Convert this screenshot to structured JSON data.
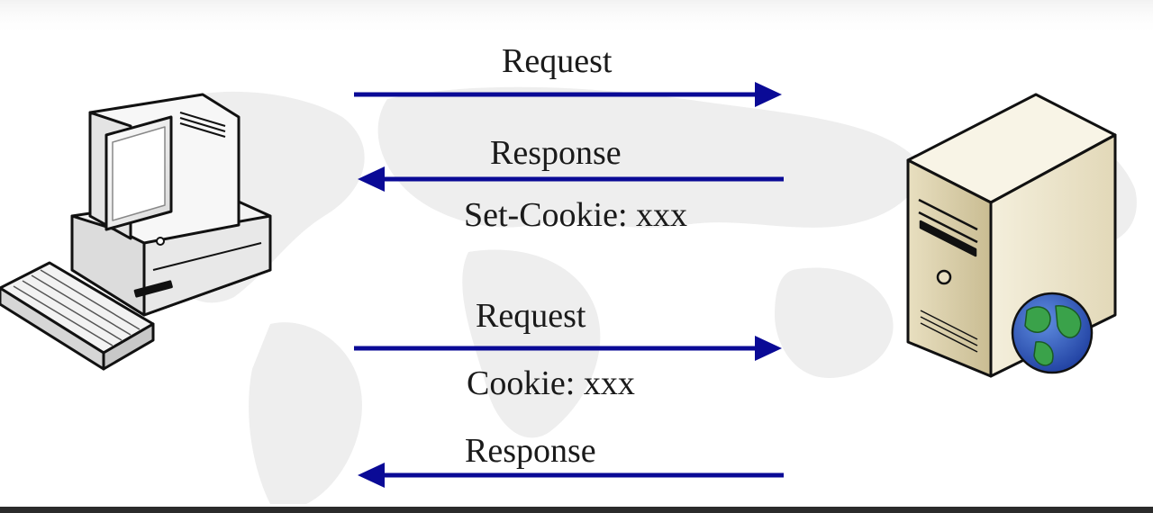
{
  "messages": [
    {
      "label": "Request",
      "direction": "client-to-server"
    },
    {
      "label": "Response",
      "header": "Set-Cookie: xxx",
      "direction": "server-to-client"
    },
    {
      "label": "Request",
      "header": "Cookie: xxx",
      "direction": "client-to-server"
    },
    {
      "label": "Response",
      "direction": "server-to-client"
    }
  ],
  "colors": {
    "arrow": "#0a0a96",
    "text": "#1a1a1a",
    "background": "#ffffff",
    "map": "#eeeeee"
  },
  "icons": {
    "client": "desktop-computer-icon",
    "server": "web-server-icon"
  }
}
